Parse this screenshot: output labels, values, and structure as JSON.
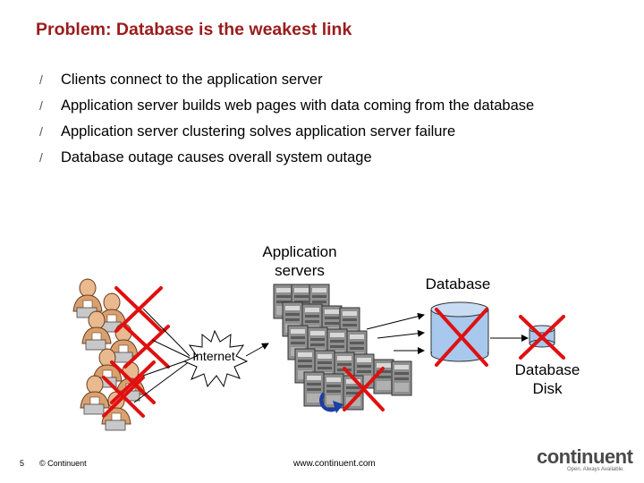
{
  "slide": {
    "title": "Problem: Database is the weakest link",
    "bullets": [
      "Clients connect to the application server",
      "Application server builds web pages with data coming from the database",
      "Application server clustering solves application server failure",
      "Database outage causes overall system outage"
    ]
  },
  "diagram": {
    "app_servers_label_line1": "Application",
    "app_servers_label_line2": "servers",
    "database_label": "Database",
    "internet_label": "Internet",
    "disk_label_line1": "Database",
    "disk_label_line2": "Disk",
    "failure_color": "#e01010",
    "db_color": "#a8c8ee"
  },
  "footer": {
    "page_number": "5",
    "copyright": "© Continuent",
    "url": "www.continuent.com",
    "logo_text": "continuent",
    "logo_tagline": "Open. Always Available."
  }
}
